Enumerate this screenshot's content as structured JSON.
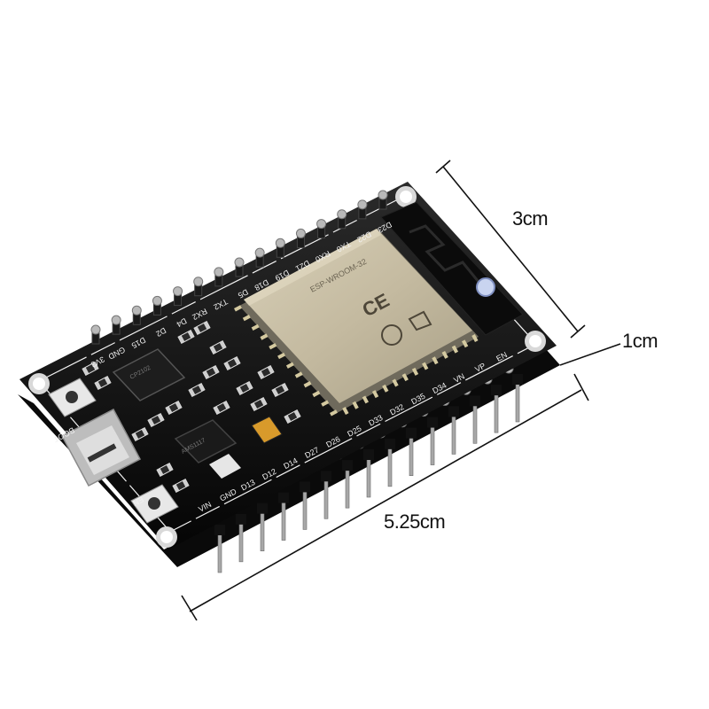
{
  "dimensions": {
    "width_label": "3cm",
    "height_label": "1cm",
    "length_label": "5.25cm"
  },
  "board": {
    "top_pins": [
      "3V3",
      "GND",
      "D15",
      "D2",
      "D4",
      "RX2",
      "TX2",
      "D5",
      "D18",
      "D19",
      "D21",
      "RX0",
      "TX0",
      "D22",
      "D23"
    ],
    "bottom_pins": [
      "VIN",
      "GND",
      "D13",
      "D12",
      "D14",
      "D27",
      "D26",
      "D25",
      "D33",
      "D32",
      "D35",
      "D34",
      "VN",
      "VP",
      "EN"
    ],
    "boot_label": "BOOT",
    "en_label": "EN",
    "pcb_color": "#111111",
    "shield_color": "#c9bfa5",
    "pin_color": "#b9b9b9"
  }
}
